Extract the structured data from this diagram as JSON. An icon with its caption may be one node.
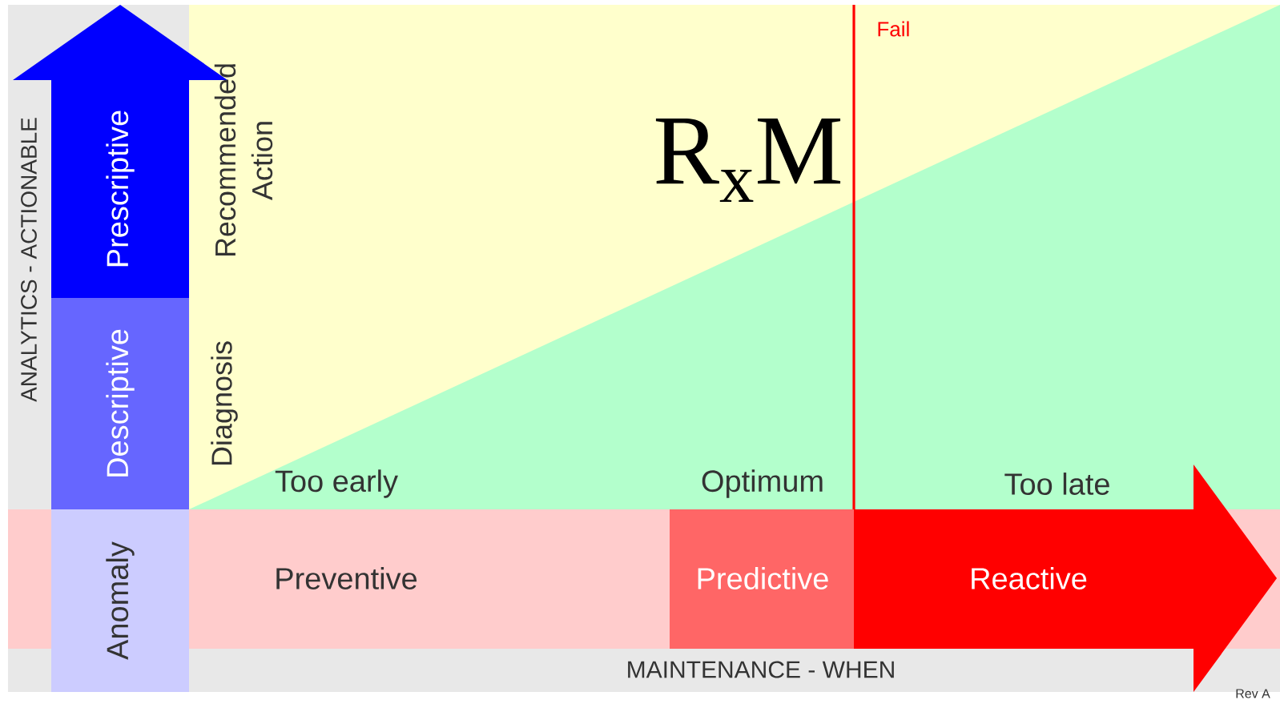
{
  "diagram": {
    "nodes": [
      {
        "text": [
          "Prescriptive"
        ]
      },
      {
        "text": [
          "Descriptive"
        ]
      },
      {
        "text": [
          "Anomaly"
        ]
      },
      {
        "text": [
          "Preventive"
        ]
      },
      {
        "text": [
          "Predictive"
        ]
      },
      {
        "text": [
          "Reactive"
        ]
      }
    ],
    "labels": [
      "Fail",
      "R$_{x}$M",
      "ANALYTICS - ACTIONABLE",
      "Diagnosis",
      "Recommended Action",
      "Too early",
      "Optimum",
      "Too late",
      "MAINTENANCE - WHEN",
      "Rev A"
    ]
  }
}
